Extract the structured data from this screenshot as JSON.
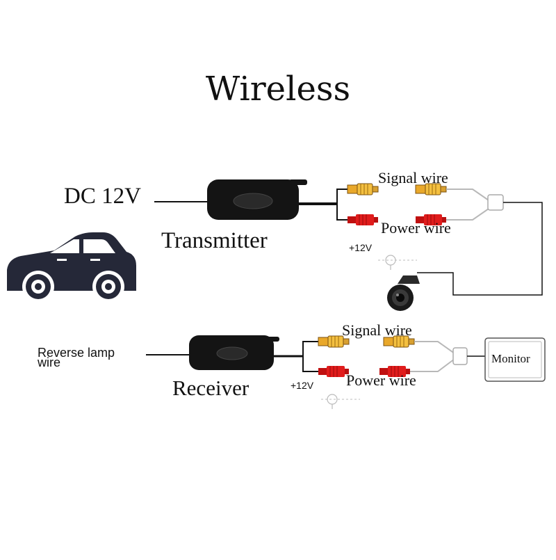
{
  "title": "Wireless",
  "transmitter": {
    "input_label": "DC 12V",
    "name": "Transmitter",
    "signal_label": "Signal wire",
    "power_label": "Power wire",
    "voltage_label": "+12V"
  },
  "receiver": {
    "input_label_line1": "Reverse lamp",
    "input_label_line2": "wire",
    "name": "Receiver",
    "signal_label": "Signal wire",
    "power_label": "Power wire",
    "voltage_label": "+12V"
  },
  "monitor": {
    "label": "Monitor"
  },
  "icons": [
    "car-icon",
    "transmitter-box-icon",
    "receiver-box-icon",
    "camera-icon",
    "monitor-icon",
    "rca-connector-icon",
    "ground-symbol-icon"
  ],
  "colors": {
    "car": "#252838",
    "device": "#141414",
    "signal_connector": "#f0b030",
    "power_connector": "#d81818",
    "wire": "#111111"
  }
}
